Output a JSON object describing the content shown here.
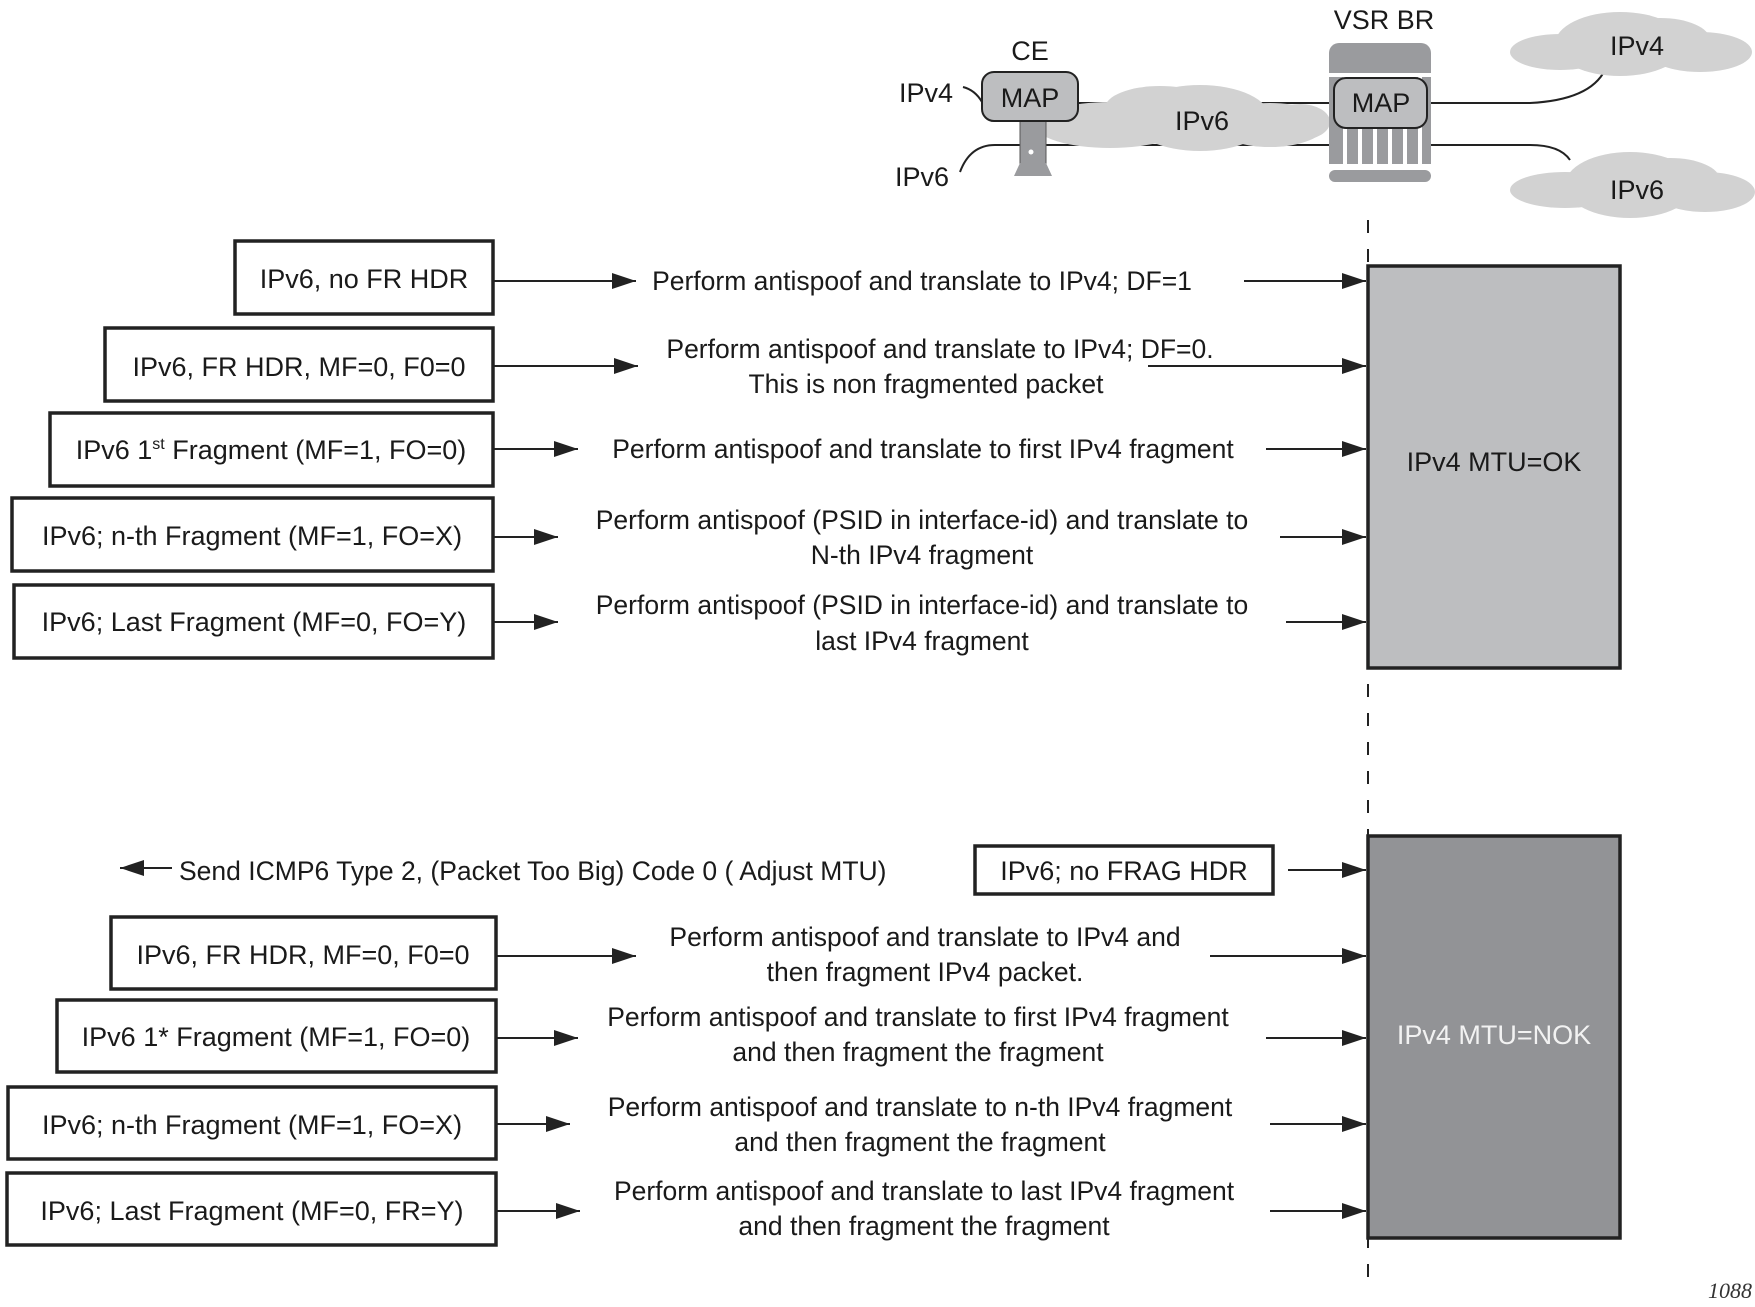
{
  "colors": {
    "stroke": "#222222",
    "cloud": "#d2d2d2",
    "map_box": "#bdbec0",
    "router": "#9a9b9e",
    "mtu_ok": "#bdbec0",
    "mtu_nok": "#929396",
    "mtu_nok_text": "#f2f2f2"
  },
  "topology": {
    "ce_label": "CE",
    "ce_map_label": "MAP",
    "ce_ipv4_label": "IPv4",
    "ce_ipv6_label": "IPv6",
    "core_cloud_label": "IPv6",
    "br_label": "VSR BR",
    "br_map_label": "MAP",
    "ipv4_cloud_label": "IPv4",
    "ipv6_cloud_label": "IPv6"
  },
  "mtu_ok_section": {
    "target_label": "IPv4 MTU=OK",
    "rows": [
      {
        "packet": "IPv6, no FR HDR",
        "action": [
          "Perform antispoof and translate to IPv4; DF=1"
        ]
      },
      {
        "packet": "IPv6, FR HDR, MF=0, F0=0",
        "action": [
          "Perform antispoof and translate to IPv4; DF=0.",
          "This is non fragmented packet"
        ]
      },
      {
        "packet_main": "IPv6 1",
        "packet_sup": "st",
        "packet_rest": " Fragment (MF=1, FO=0)",
        "action": [
          "Perform antispoof and translate to first IPv4 fragment"
        ]
      },
      {
        "packet": "IPv6; n-th Fragment (MF=1, FO=X)",
        "action": [
          "Perform antispoof (PSID in interface-id) and translate to",
          "N-th IPv4 fragment"
        ]
      },
      {
        "packet": "IPv6; Last Fragment (MF=0, FO=Y)",
        "action": [
          "Perform antispoof (PSID in interface-id) and translate to",
          "last IPv4 fragment"
        ]
      }
    ]
  },
  "mtu_nok_section": {
    "target_label": "IPv4 MTU=NOK",
    "icmp_reply": "Send ICMP6 Type 2, (Packet Too Big) Code 0 ( Adjust MTU)",
    "rows": [
      {
        "packet": "IPv6; no FRAG HDR",
        "action": []
      },
      {
        "packet": "IPv6, FR HDR, MF=0, F0=0",
        "action": [
          "Perform antispoof and translate to IPv4 and",
          "then fragment IPv4 packet."
        ]
      },
      {
        "packet": "IPv6 1* Fragment (MF=1, FO=0)",
        "action": [
          "Perform antispoof and translate to first IPv4 fragment",
          "and then fragment the fragment"
        ]
      },
      {
        "packet": "IPv6; n-th Fragment (MF=1, FO=X)",
        "action": [
          "Perform antispoof and translate to n-th IPv4 fragment",
          "and then fragment the fragment"
        ]
      },
      {
        "packet": "IPv6; Last Fragment (MF=0, FR=Y)",
        "action": [
          "Perform antispoof and translate to last IPv4 fragment",
          "and then fragment the fragment"
        ]
      }
    ]
  },
  "figure_number": "1088"
}
